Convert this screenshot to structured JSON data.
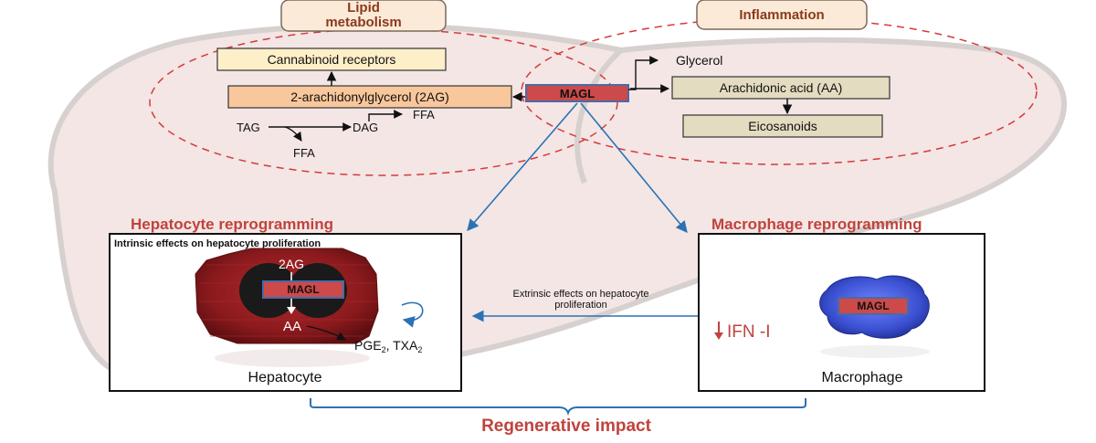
{
  "categories": {
    "lipid_line1": "Lipid",
    "lipid_line2": "metabolism",
    "inflammation": "Inflammation"
  },
  "lipid_pathway": {
    "cannabinoid_receptors": "Cannabinoid receptors",
    "two_ag_box": "2-arachidonylglycerol (2AG)",
    "tag": "TAG",
    "dag": "DAG",
    "ffa_1": "FFA",
    "ffa_2": "FFA"
  },
  "magl_label": "MAGL",
  "inflammation_pathway": {
    "glycerol": "Glycerol",
    "arachidonic_acid": "Arachidonic acid (AA)",
    "eicosanoids": "Eicosanoids"
  },
  "hepatocyte_panel": {
    "heading": "Hepatocyte reprogramming",
    "subtitle": "Intrinsic effects on hepatocyte proliferation",
    "two_ag": "2AG",
    "magl": "MAGL",
    "aa": "AA",
    "pge": "PGE",
    "pge_sub": "2",
    "txa": ", TXA",
    "txa_sub": "2",
    "cell_label": "Hepatocyte"
  },
  "macrophage_panel": {
    "heading": "Macrophage reprogramming",
    "magl": "MAGL",
    "ifn": "IFN -I",
    "cell_label": "Macrophage"
  },
  "extrinsic": {
    "line1": "Extrinsic effects on hepatocyte",
    "line2": "proliferation"
  },
  "footer": "Regenerative impact",
  "colors": {
    "heading_red": "#c0433c",
    "category_brown": "#8a3a1c",
    "orange_box": "#f8c79b",
    "cream_box": "#fdf0c8",
    "khaki_box": "#e4dcc0",
    "magl_red": "#cc4a4a",
    "arrow_blue": "#2b72b5",
    "liver_fill": "#f3e6e5",
    "hepatocyte_red": "#8b1a1d",
    "macrophage_blue": "#3a4fd0"
  }
}
